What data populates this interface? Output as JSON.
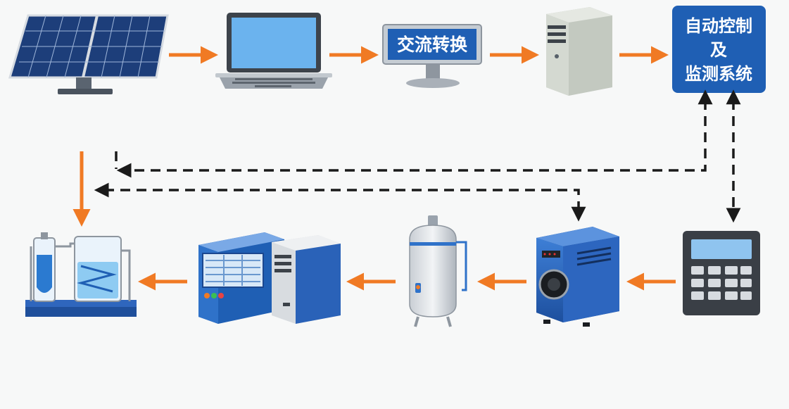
{
  "labels": {
    "ac_conversion": "交流转换",
    "control_line1": "自动控制",
    "control_line2": "及",
    "control_line3": "监测系统"
  },
  "colors": {
    "flow_arrow": "#f07a24",
    "signal_line": "#1a1a1a",
    "label_box": "#1f5fb4",
    "background": "#f7f8f8"
  },
  "components": [
    {
      "id": "solar-panel",
      "icon": "solar-panel-icon"
    },
    {
      "id": "laptop",
      "icon": "laptop-icon"
    },
    {
      "id": "ac-converter-monitor",
      "icon": "monitor-icon"
    },
    {
      "id": "server-tower",
      "icon": "server-icon"
    },
    {
      "id": "control-monitoring-system",
      "icon": "label-box"
    },
    {
      "id": "keypad-controller",
      "icon": "keypad-icon"
    },
    {
      "id": "blower-unit",
      "icon": "blower-icon"
    },
    {
      "id": "gas-tank",
      "icon": "tank-icon"
    },
    {
      "id": "electrolyzer-cabinet",
      "icon": "cabinet-icon"
    },
    {
      "id": "water-tank-system",
      "icon": "water-tank-icon"
    }
  ]
}
